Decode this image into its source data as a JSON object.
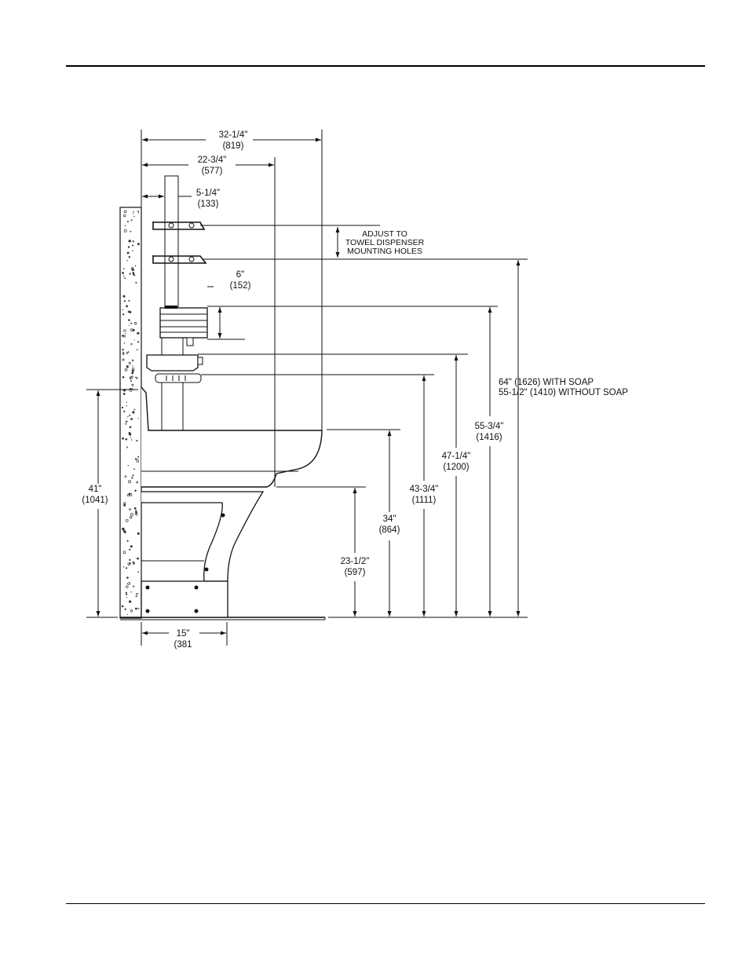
{
  "dimensions": {
    "overall_depth": {
      "imperial": "32-1/4\"",
      "metric": "(819)"
    },
    "basin_depth": {
      "imperial": "22-3/4\"",
      "metric": "(577)"
    },
    "post_offset": {
      "imperial": "5-1/4\"",
      "metric": "(133)"
    },
    "soap_height": {
      "imperial": "6\"",
      "metric": "(152)"
    },
    "towel_note": [
      "ADJUST TO",
      "TOWEL DISPENSER",
      "MOUNTING HOLES"
    ],
    "overall_height": {
      "line1": "64\" (1626) WITH SOAP",
      "line2": "55-1/2\" (1410) WITHOUT SOAP"
    },
    "h_55_34": {
      "imperial": "55-3/4\"",
      "metric": "(1416)"
    },
    "h_47_14": {
      "imperial": "47-1/4\"",
      "metric": "(1200)"
    },
    "h_43_34": {
      "imperial": "43-3/4\"",
      "metric": "(1111)"
    },
    "h_34": {
      "imperial": "34\"",
      "metric": "(864)"
    },
    "h_23_12": {
      "imperial": "23-1/2\"",
      "metric": "(597)"
    },
    "h_41": {
      "imperial": "41\"",
      "metric": "(1041)"
    },
    "base_width": {
      "imperial": "15\"",
      "metric": "(381"
    }
  }
}
